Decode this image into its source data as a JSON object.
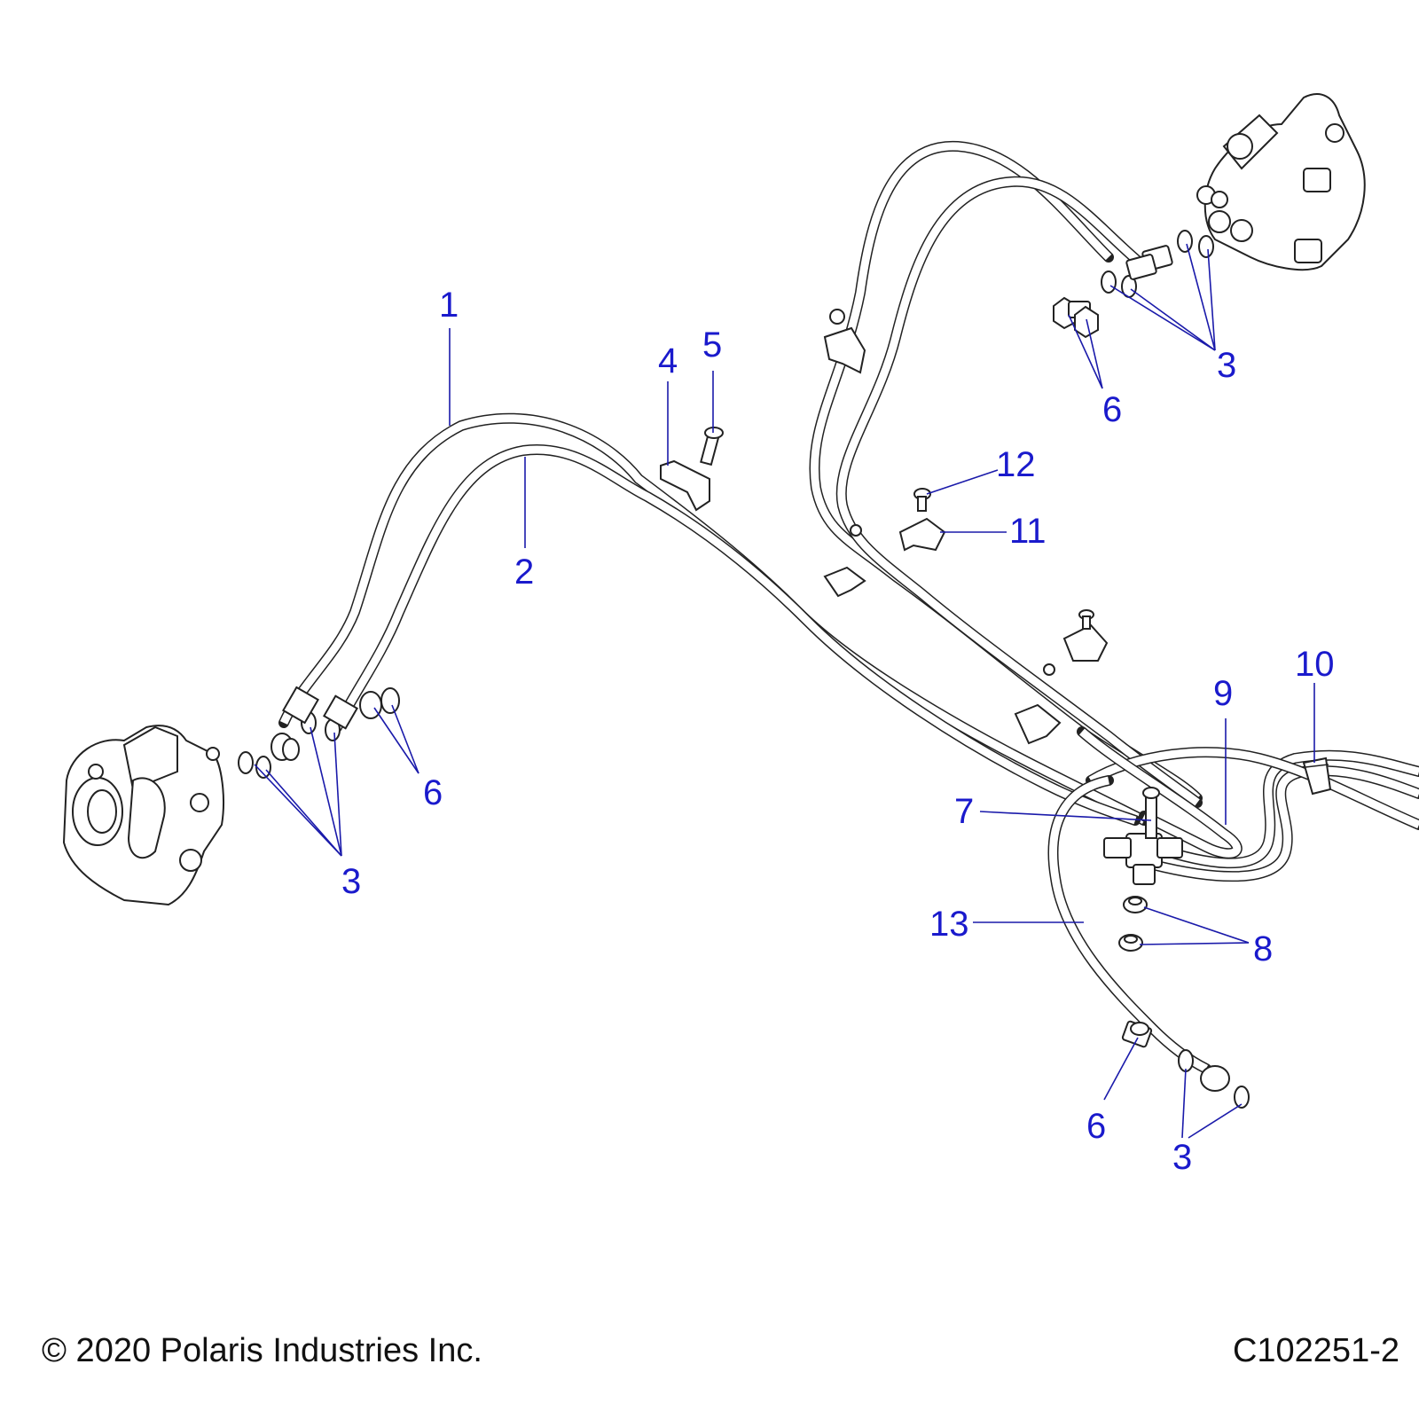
{
  "callouts": {
    "c1": "1",
    "c2": "2",
    "c3a": "3",
    "c3b": "3",
    "c3c": "3",
    "c4": "4",
    "c5": "5",
    "c6a": "6",
    "c6b": "6",
    "c6c": "6",
    "c7": "7",
    "c8": "8",
    "c9": "9",
    "c10": "10",
    "c11": "11",
    "c12": "12",
    "c13": "13"
  },
  "footer": {
    "copyright": "© 2020 Polaris Industries Inc.",
    "figure_id": "C102251-2"
  }
}
